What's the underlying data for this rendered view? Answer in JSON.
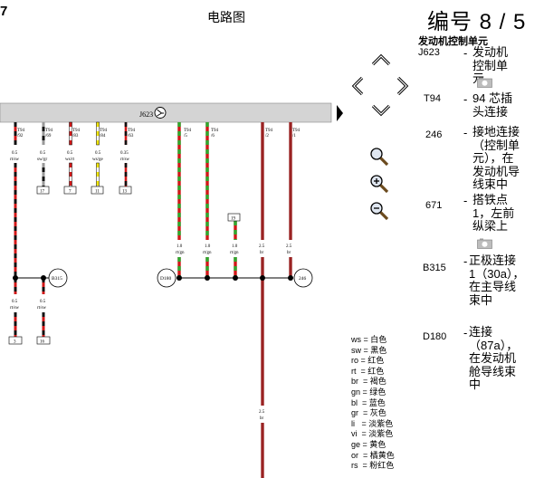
{
  "header": {
    "corner_digit": "7",
    "title": "电路图",
    "page_number": "编号 8 / 5"
  },
  "bus": {
    "label": "J623"
  },
  "pins": [
    {
      "conn": "T94",
      "num": "/92"
    },
    {
      "conn": "T94",
      "num": "/69"
    },
    {
      "conn": "T94",
      "num": "/83"
    },
    {
      "conn": "T94",
      "num": "/84"
    },
    {
      "conn": "T94",
      "num": "/63"
    },
    {
      "conn": "T94",
      "num": "/5"
    },
    {
      "conn": "T94",
      "num": "/6"
    },
    {
      "conn": "T94",
      "num": "/2"
    },
    {
      "conn": "T94",
      "num": "/1"
    }
  ],
  "wire_specs": [
    {
      "size": "0.5",
      "color": "rt/sw"
    },
    {
      "size": "0.5",
      "color": "sw/gr"
    },
    {
      "size": "0.5",
      "color": "ws/rt"
    },
    {
      "size": "0.5",
      "color": "ws/ge"
    },
    {
      "size": "0.35",
      "color": "rt/sw"
    },
    {
      "size": "1.0",
      "color": "rt/gn"
    },
    {
      "size": "1.0",
      "color": "rt/gn"
    },
    {
      "size": "1.0",
      "color": "rt/gn"
    },
    {
      "size": "2.5",
      "color": "br"
    },
    {
      "size": "2.5",
      "color": "br"
    },
    {
      "size": "0.5",
      "color": "rt/sw"
    },
    {
      "size": "0.5",
      "color": "rt/sw"
    },
    {
      "size": "2.5",
      "color": "br"
    }
  ],
  "terminals": [
    "17",
    "7",
    "11",
    "13",
    "19",
    "3",
    "16"
  ],
  "connectors": {
    "b315": "B315",
    "d180": "D180",
    "g246": "246"
  },
  "components_heading": "发动机控制单元",
  "components": [
    {
      "id": "J623",
      "desc": "发动机控制单元",
      "photo": true
    },
    {
      "id": "T94",
      "desc": "94 芯插头连接",
      "photo": false
    },
    {
      "id": "246",
      "desc": "接地连接（控制单元），在发动机导线束中",
      "photo": false
    },
    {
      "id": "671",
      "desc": "搭铁点 1，左前纵梁上",
      "photo": true
    },
    {
      "id": "B315",
      "desc": "正极连接 1（30a），在主导线束中",
      "photo": false
    },
    {
      "id": "D180",
      "desc": "连接（87a），在发动机舱导线束中",
      "photo": false
    }
  ],
  "legend": [
    {
      "code": "ws",
      "name": "白色"
    },
    {
      "code": "sw",
      "name": "黑色"
    },
    {
      "code": "ro",
      "name": "红色"
    },
    {
      "code": "rt",
      "name": "红色"
    },
    {
      "code": "br",
      "name": "褐色"
    },
    {
      "code": "gn",
      "name": "绿色"
    },
    {
      "code": "bl",
      "name": "蓝色"
    },
    {
      "code": "gr",
      "name": "灰色"
    },
    {
      "code": "li",
      "name": "淡紫色"
    },
    {
      "code": "vi",
      "name": "淡紫色"
    },
    {
      "code": "ge",
      "name": "黄色"
    },
    {
      "code": "or",
      "name": "橘黄色"
    },
    {
      "code": "rs",
      "name": "粉红色"
    }
  ],
  "colors": {
    "rt": "#d01818",
    "sw": "#111111",
    "gn": "#2ea82e",
    "ws": "#ffffff",
    "gr": "#999999",
    "ge": "#f2e600",
    "br": "#9a2323",
    "bus": "#d4d4d4"
  },
  "icons": {
    "nav": [
      "arrow-up-icon",
      "arrow-left-icon",
      "arrow-right-icon",
      "arrow-down-icon"
    ],
    "zoom": [
      "zoom-icon",
      "zoom-in-icon",
      "zoom-out-icon"
    ],
    "photo": "camera-icon"
  }
}
